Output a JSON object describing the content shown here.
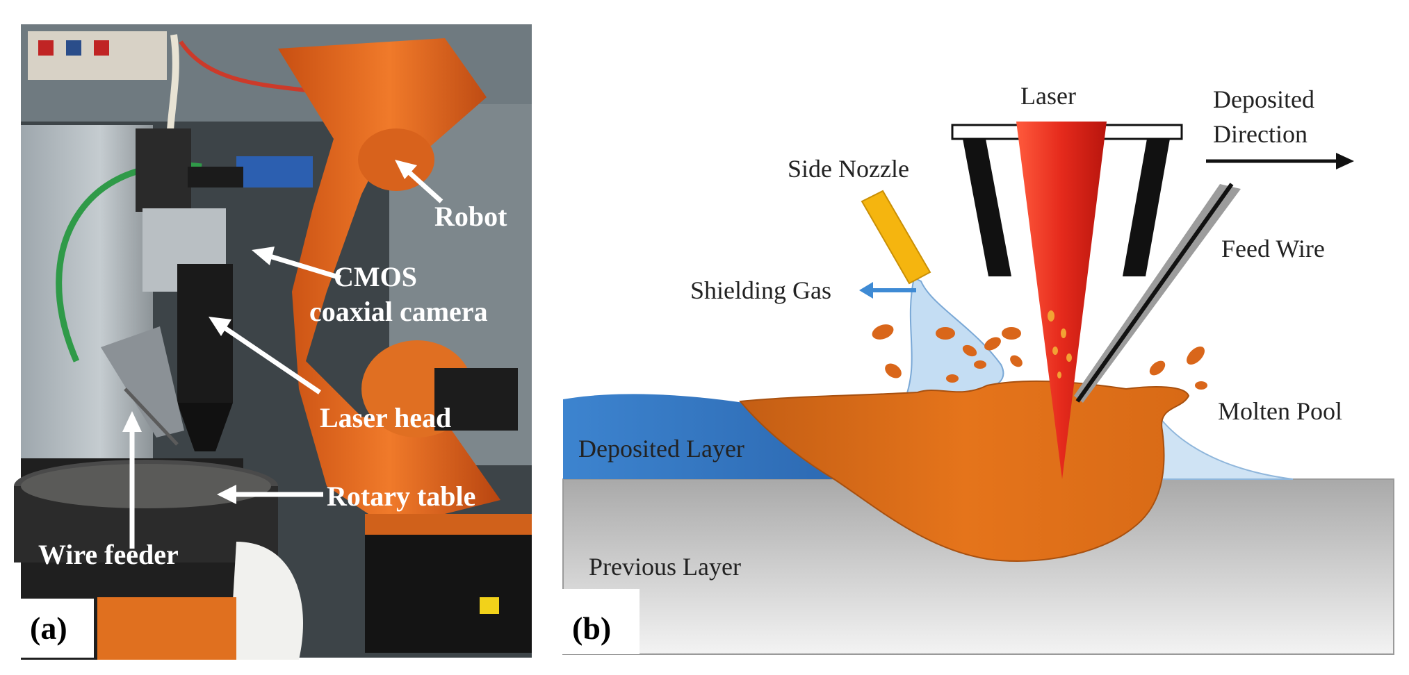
{
  "panel_a": {
    "letter": "(a)",
    "labels": {
      "robot": "Robot",
      "cmos_line1": "CMOS",
      "cmos_line2": "coaxial camera",
      "laser_head": "Laser head",
      "rotary_table": "Rotary table",
      "wire_feeder": "Wire feeder"
    }
  },
  "panel_b": {
    "letter": "(b)",
    "labels": {
      "laser": "Laser",
      "deposited_direction_line1": "Deposited",
      "deposited_direction_line2": "Direction",
      "side_nozzle": "Side Nozzle",
      "feed_wire": "Feed Wire",
      "shielding_gas": "Shielding Gas",
      "molten_pool": "Molten Pool",
      "deposited_layer": "Deposited Layer",
      "previous_layer": "Previous Layer"
    },
    "colors": {
      "laser_beam": "#e52a1c",
      "molten_pool": "#e0701a",
      "deposited_layer": "#3f86cf",
      "shielding_gas": "#b9d8f2",
      "nozzle": "#f5b50f",
      "substrate": "#bdbdbd"
    }
  }
}
